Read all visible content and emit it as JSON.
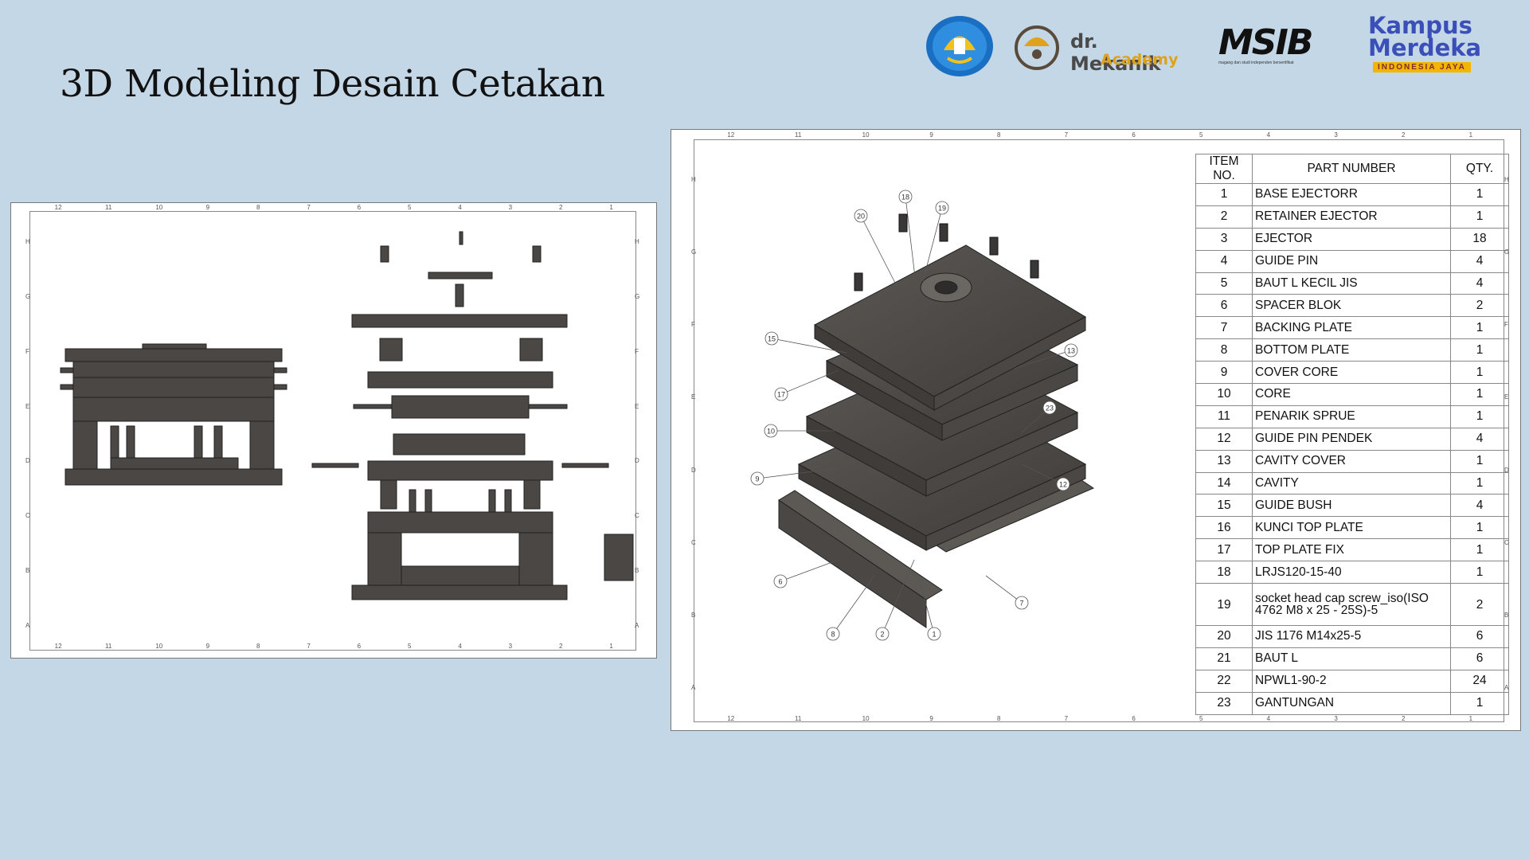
{
  "slide": {
    "title": "3D Modeling Desain Cetakan"
  },
  "logos": {
    "academy_name_line1": "dr. Mekanik",
    "academy_name_line2": "Academy",
    "msib_text": "MSIB",
    "msib_sub": "magang dan studi independen bersertifikat",
    "kampus_line1": "Kampus",
    "kampus_line2": "Merdeka",
    "kampus_line3": "INDONESIA JAYA"
  },
  "drawing_left": {
    "ruler_top": [
      "12",
      "11",
      "10",
      "9",
      "8",
      "7",
      "6",
      "5",
      "4",
      "3",
      "2",
      "1"
    ],
    "ruler_side": [
      "H",
      "G",
      "F",
      "E",
      "D",
      "C",
      "B",
      "A"
    ]
  },
  "drawing_right": {
    "ruler_top": [
      "12",
      "11",
      "10",
      "9",
      "8",
      "7",
      "6",
      "5",
      "4",
      "3",
      "2",
      "1"
    ],
    "ruler_side": [
      "H",
      "G",
      "F",
      "E",
      "D",
      "C",
      "B",
      "A"
    ],
    "balloons": [
      "1",
      "2",
      "6",
      "7",
      "8",
      "9",
      "10",
      "12",
      "13",
      "15",
      "17",
      "18",
      "19",
      "20",
      "23"
    ]
  },
  "bom": {
    "headers": {
      "item": "ITEM NO.",
      "part": "PART NUMBER",
      "qty": "QTY."
    },
    "rows": [
      {
        "item": "1",
        "part": "BASE EJECTORR",
        "qty": "1"
      },
      {
        "item": "2",
        "part": "RETAINER EJECTOR",
        "qty": "1"
      },
      {
        "item": "3",
        "part": "EJECTOR",
        "qty": "18"
      },
      {
        "item": "4",
        "part": "GUIDE PIN",
        "qty": "4"
      },
      {
        "item": "5",
        "part": "BAUT L KECIL JIS",
        "qty": "4"
      },
      {
        "item": "6",
        "part": "SPACER BLOK",
        "qty": "2"
      },
      {
        "item": "7",
        "part": "BACKING PLATE",
        "qty": "1"
      },
      {
        "item": "8",
        "part": "BOTTOM PLATE",
        "qty": "1"
      },
      {
        "item": "9",
        "part": "COVER CORE",
        "qty": "1"
      },
      {
        "item": "10",
        "part": "CORE",
        "qty": "1"
      },
      {
        "item": "11",
        "part": "PENARIK SPRUE",
        "qty": "1"
      },
      {
        "item": "12",
        "part": "GUIDE PIN PENDEK",
        "qty": "4"
      },
      {
        "item": "13",
        "part": "CAVITY COVER",
        "qty": "1"
      },
      {
        "item": "14",
        "part": "CAVITY",
        "qty": "1"
      },
      {
        "item": "15",
        "part": "GUIDE BUSH",
        "qty": "4"
      },
      {
        "item": "16",
        "part": "KUNCI TOP PLATE",
        "qty": "1"
      },
      {
        "item": "17",
        "part": "TOP PLATE FIX",
        "qty": "1"
      },
      {
        "item": "18",
        "part": "LRJS120-15-40",
        "qty": "1"
      },
      {
        "item": "19",
        "part": "socket head cap screw_iso(ISO 4762 M8 x 25 - 25S)-5",
        "qty": "2"
      },
      {
        "item": "20",
        "part": "JIS 1176 M14x25-5",
        "qty": "6"
      },
      {
        "item": "21",
        "part": "BAUT L",
        "qty": "6"
      },
      {
        "item": "22",
        "part": "NPWL1-90-2",
        "qty": "24"
      },
      {
        "item": "23",
        "part": "GANTUNGAN",
        "qty": "1"
      }
    ]
  },
  "colors": {
    "background": "#c3d7e7",
    "part_dark": "#4a4744",
    "part_mid": "#5c5955",
    "kampus_blue": "#3a4fb8",
    "academy_orange": "#e0a21a"
  }
}
